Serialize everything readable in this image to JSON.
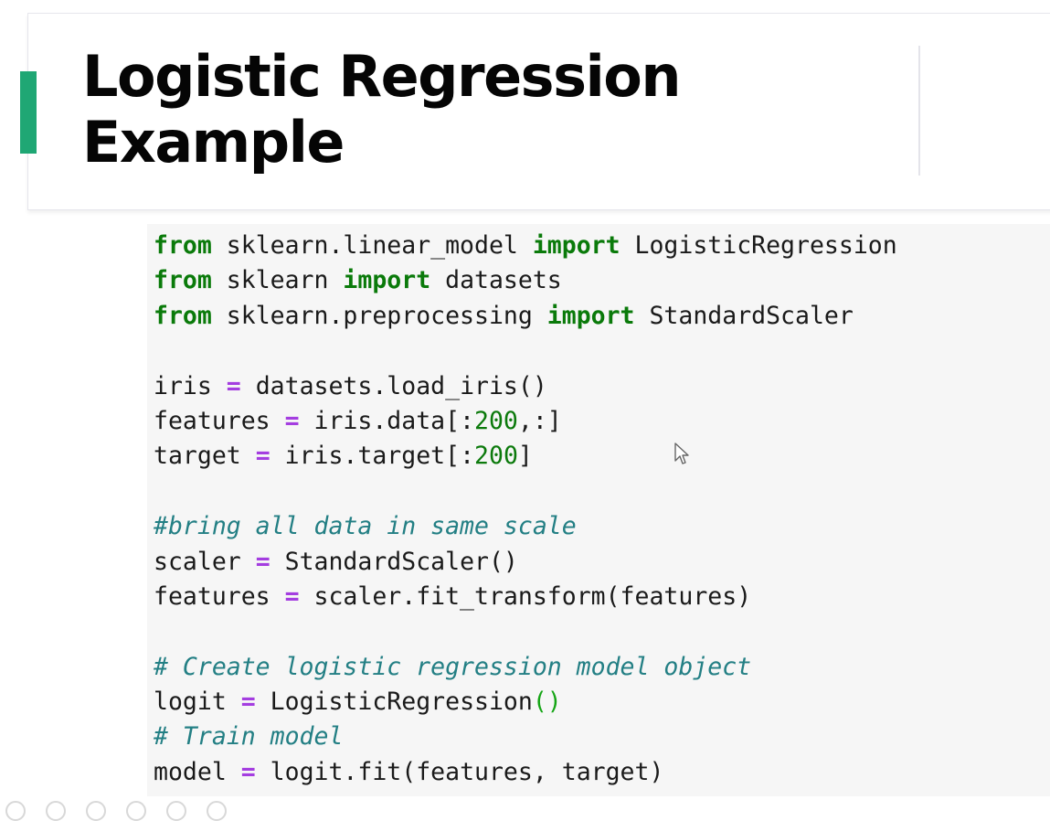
{
  "slide": {
    "title_line1": "Logistic Regression",
    "title_line2": "Example",
    "accent_color": "#1fa774"
  },
  "code_cell": {
    "lines": [
      [
        {
          "t": "kw",
          "v": "from"
        },
        {
          "t": "pl",
          "v": " sklearn.linear_model "
        },
        {
          "t": "kw",
          "v": "import"
        },
        {
          "t": "pl",
          "v": " LogisticRegression"
        }
      ],
      [
        {
          "t": "kw",
          "v": "from"
        },
        {
          "t": "pl",
          "v": " sklearn "
        },
        {
          "t": "kw",
          "v": "import"
        },
        {
          "t": "pl",
          "v": " datasets"
        }
      ],
      [
        {
          "t": "kw",
          "v": "from"
        },
        {
          "t": "pl",
          "v": " sklearn.preprocessing "
        },
        {
          "t": "kw",
          "v": "import"
        },
        {
          "t": "pl",
          "v": " StandardScaler"
        }
      ],
      [],
      [
        {
          "t": "pl",
          "v": "iris "
        },
        {
          "t": "op",
          "v": "="
        },
        {
          "t": "pl",
          "v": " datasets.load_iris()"
        }
      ],
      [
        {
          "t": "pl",
          "v": "features "
        },
        {
          "t": "op",
          "v": "="
        },
        {
          "t": "pl",
          "v": " iris.data[:"
        },
        {
          "t": "num",
          "v": "200"
        },
        {
          "t": "pl",
          "v": ",:]"
        }
      ],
      [
        {
          "t": "pl",
          "v": "target "
        },
        {
          "t": "op",
          "v": "="
        },
        {
          "t": "pl",
          "v": " iris.target[:"
        },
        {
          "t": "num",
          "v": "200"
        },
        {
          "t": "pl",
          "v": "]"
        }
      ],
      [],
      [
        {
          "t": "cm",
          "v": "#bring all data in same scale"
        }
      ],
      [
        {
          "t": "pl",
          "v": "scaler "
        },
        {
          "t": "op",
          "v": "="
        },
        {
          "t": "pl",
          "v": " StandardScaler()"
        }
      ],
      [
        {
          "t": "pl",
          "v": "features "
        },
        {
          "t": "op",
          "v": "="
        },
        {
          "t": "pl",
          "v": " scaler.fit_transform(features)"
        }
      ],
      [],
      [
        {
          "t": "cm",
          "v": "# Create logistic regression model object"
        }
      ],
      [
        {
          "t": "pl",
          "v": "logit "
        },
        {
          "t": "op",
          "v": "="
        },
        {
          "t": "pl",
          "v": " LogisticRegression"
        },
        {
          "t": "paren",
          "v": "()"
        }
      ],
      [
        {
          "t": "cm",
          "v": "# Train model"
        }
      ],
      [
        {
          "t": "pl",
          "v": "model "
        },
        {
          "t": "op",
          "v": "="
        },
        {
          "t": "pl",
          "v": " logit.fit(features, target)"
        }
      ]
    ]
  },
  "cursor": {
    "icon": "mouse-pointer-icon"
  }
}
